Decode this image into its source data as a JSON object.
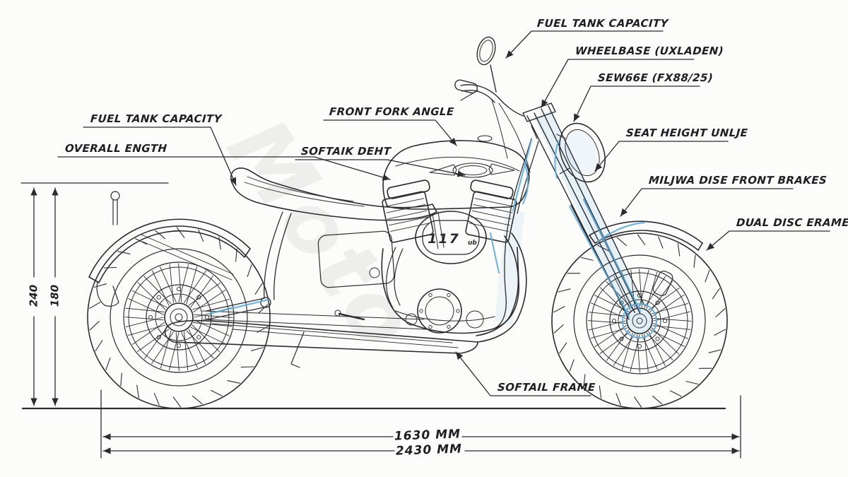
{
  "watermark": {
    "text": "Moto"
  },
  "engine": {
    "badge": "117",
    "badge_suffix": "ub"
  },
  "labels": [
    {
      "id": "fuel-tank-capacity-top",
      "text": "FUEL TANK CAPACITY"
    },
    {
      "id": "wheelbase",
      "text": "WHEELBASE (UXLADEN)"
    },
    {
      "id": "sew66e",
      "text": "SEW66E (FX88/25)"
    },
    {
      "id": "seat-height",
      "text": "SEAT HEIGHT UNLJE"
    },
    {
      "id": "front-brakes",
      "text": "MILJWA DISE FRONT BRAKES"
    },
    {
      "id": "dual-disc",
      "text": "DUAL DISC ERAME"
    },
    {
      "id": "fuel-tank-capacity-left",
      "text": "FUEL TANK CAPACITY"
    },
    {
      "id": "overall-length",
      "text": "OVERALL ENGTH"
    },
    {
      "id": "front-fork-angle",
      "text": "FRONT FORK ANGLE"
    },
    {
      "id": "softail-seat",
      "text": "SOFTAIK DEHT"
    },
    {
      "id": "softail-frame",
      "text": "SOFTAIL FRAME"
    }
  ],
  "dimensions": {
    "vertical_outer": "240",
    "vertical_inner": "180",
    "horizontal_upper": "1630 MM",
    "horizontal_lower": "2430 MM"
  },
  "colors": {
    "line": "#2b2b30",
    "accent": "#5ea9d6",
    "background": "#fcfcfa",
    "label_text": "#1e1e24"
  }
}
